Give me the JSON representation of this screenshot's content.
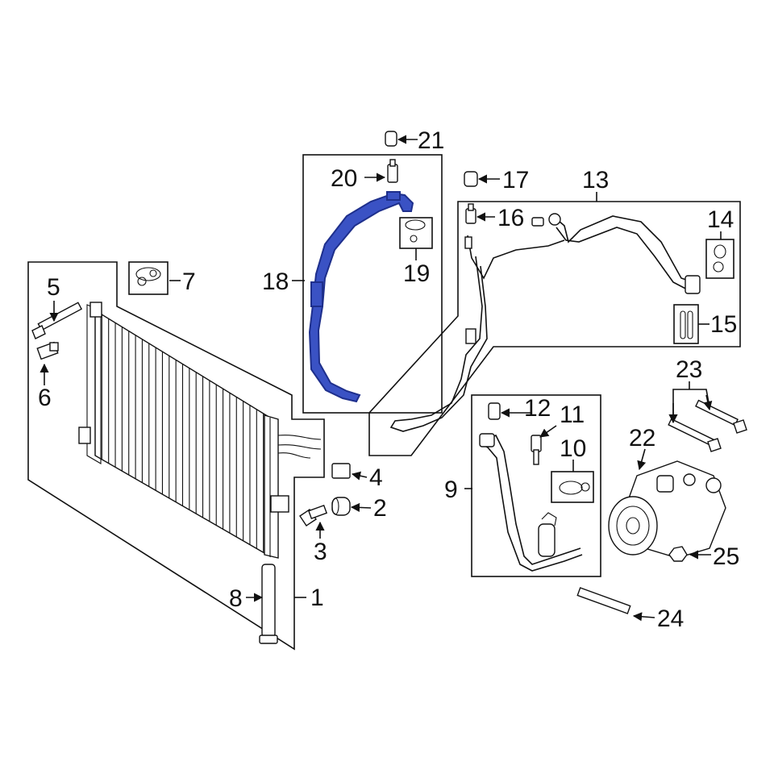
{
  "colors": {
    "line": "#111111",
    "highlight_fill": "#3a52c4",
    "highlight_stroke": "#1e2f8c",
    "background": "#ffffff"
  },
  "callouts": {
    "c1": "1",
    "c2": "2",
    "c3": "3",
    "c4": "4",
    "c5": "5",
    "c6": "6",
    "c7": "7",
    "c8": "8",
    "c9": "9",
    "c10": "10",
    "c11": "11",
    "c12": "12",
    "c13": "13",
    "c14": "14",
    "c15": "15",
    "c16": "16",
    "c17": "17",
    "c18": "18",
    "c19": "19",
    "c20": "20",
    "c21": "21",
    "c22": "22",
    "c23": "23",
    "c24": "24",
    "c25": "25"
  },
  "highlighted_part": "18"
}
